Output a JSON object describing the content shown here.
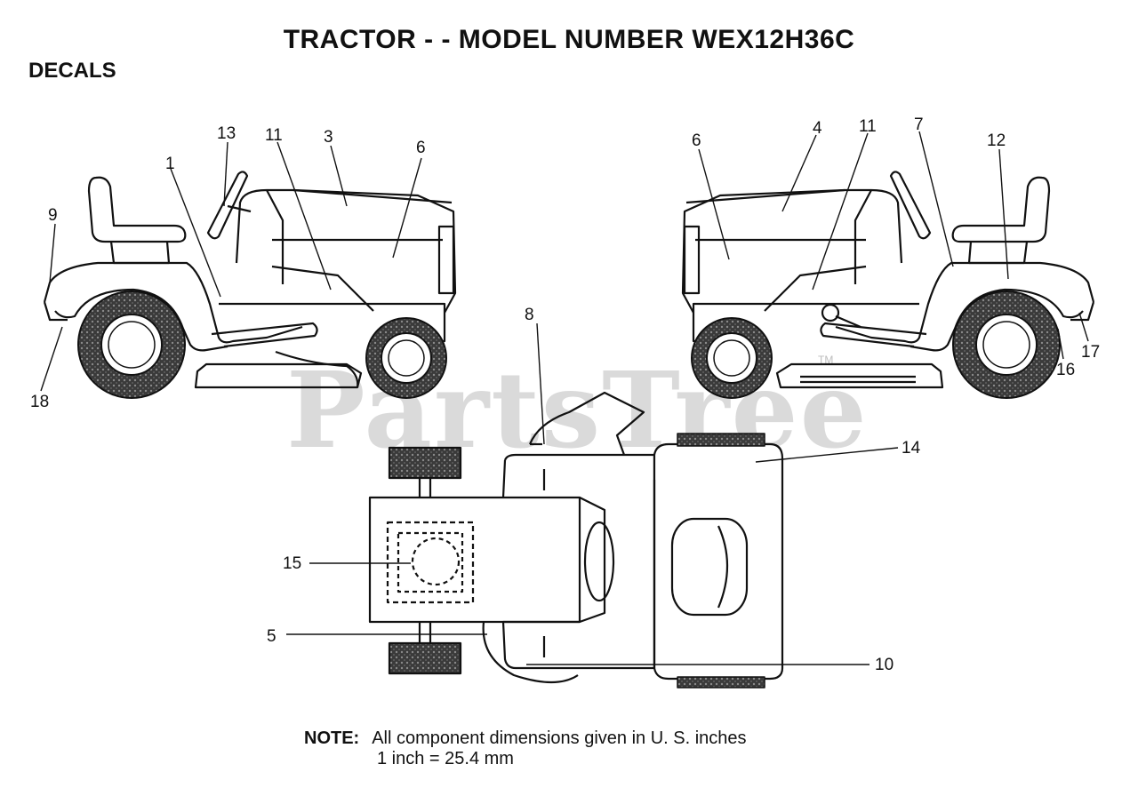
{
  "header": {
    "title": "TRACTOR - - MODEL NUMBER WEX12H36C",
    "section": "DECALS"
  },
  "watermark": {
    "text": "PartsTree",
    "trademark": "TM"
  },
  "left_view": {
    "callouts": [
      "13",
      "11",
      "3",
      "6",
      "1",
      "9",
      "18"
    ]
  },
  "right_view": {
    "callouts": [
      "6",
      "4",
      "11",
      "7",
      "12",
      "17",
      "16"
    ]
  },
  "top_view": {
    "callouts": [
      "8",
      "14",
      "15",
      "5",
      "10"
    ]
  },
  "note": {
    "label": "NOTE:",
    "line1": "All component dimensions given in U. S. inches",
    "line2": "1 inch = 25.4 mm"
  },
  "colors": {
    "ink": "#111111",
    "tire": "#444444",
    "watermark": "#bdbdbd"
  }
}
